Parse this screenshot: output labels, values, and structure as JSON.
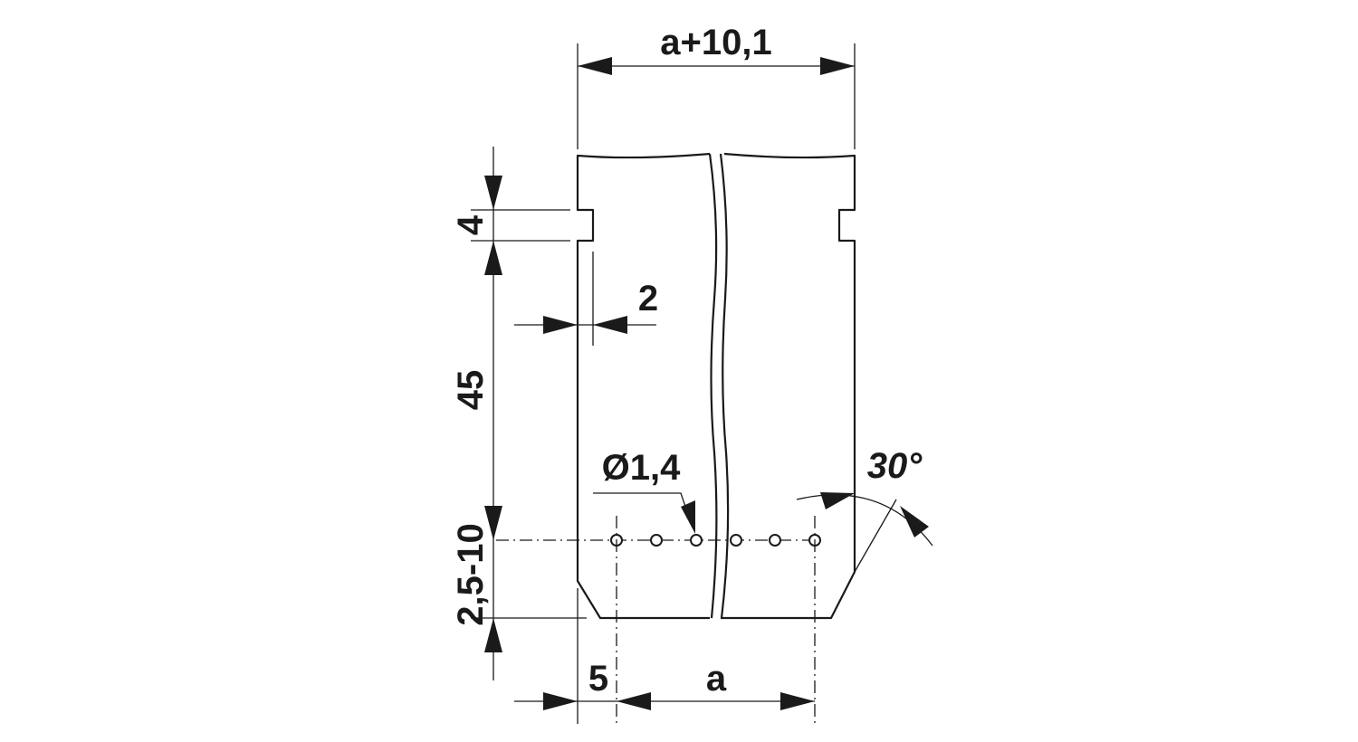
{
  "dimensions": {
    "width_total": "a+10,1",
    "notch_height": "4",
    "notch_depth": "2",
    "height_main": "45",
    "pin_offset": "2,5-10",
    "hole_diameter": "Ø1,4",
    "chamfer_angle": "30°",
    "edge_to_first_pin": "5",
    "pitch": "a"
  },
  "colors": {
    "line": "#1a1a1a",
    "background": "#ffffff"
  }
}
